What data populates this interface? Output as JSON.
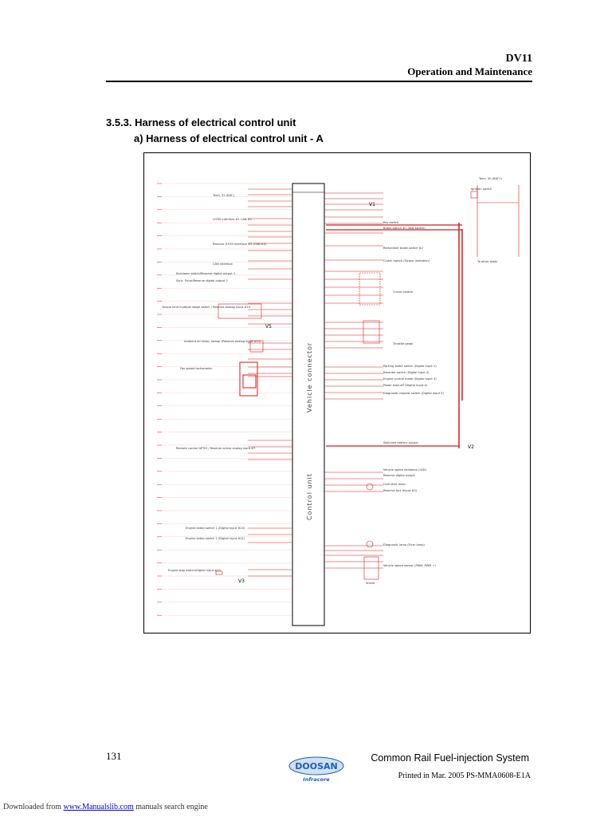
{
  "header": {
    "model": "DV11",
    "subtitle": "Operation and Maintenance"
  },
  "section": {
    "title": "3.5.3. Harness of electrical control unit",
    "subtitle": "a) Harness of electrical control unit - A"
  },
  "diagram": {
    "vertical_labels": [
      "Vehicle connector",
      "Control unit"
    ],
    "node_labels": [
      "V1",
      "V5",
      "V3",
      "V2"
    ],
    "left_labels": [
      "Term. 31 (BAT-)",
      "J1939 interface #1 CAN #1",
      "Reserve J1939 interface #2 (CAN #2)",
      "CAN interface",
      "Kickdown switch/Reserve digital output 1",
      "Sync. Pulse/Reserve digital output 2",
      "Torque limit multiple stage switch / Reserve analog input #14",
      "Ambient air temp. sensor (Reserve analog input #11)",
      "Fan speed tachometer",
      "Remote control APTIO / Reserve active analog input #7",
      "Engine brake switch 1 (Digital input #10)",
      "Engine brake switch 2 (Digital input #11)",
      "Engine stop switch/Digital input #13"
    ],
    "right_labels": [
      "Term. 30 (BAT+)",
      "Ignition switch",
      "Key switch",
      "Brake switch #1 (fast switch)",
      "Redundant brake switch #2",
      "Clutch switch (Torque limitation)",
      "Cruise control",
      "Throttle pedal",
      "Parking brake switch (Digital input 1)",
      "Retarder switch (Digital input 2)",
      "Engine control mode (Digital input 3)",
      "Power take-off (Digital input 4)",
      "Diagnostic request switch (Digital input 5)",
      "Switched battery output",
      "Vehicle speed limitation (LED)",
      "Reserve digital output",
      "Cold start lamp",
      "Reserve Aux (Input #2)",
      "Diagnostic lamp (Error lamp)",
      "Vehicle speed sensor (PWM, PWM +)",
      "Shield",
      "To other loads"
    ]
  },
  "footer": {
    "page_number": "131",
    "title": "Common Rail Fuel-injection System",
    "logo_main": "DOOSAN",
    "logo_sub": "Infracore",
    "printed": "Printed in Mar. 2005   PS-MMA0608-E1A"
  },
  "download": {
    "prefix": "Downloaded from",
    "link": "www.Manualslib.com",
    "suffix": "manuals search engine"
  },
  "colors": {
    "wire": "#d81b1b",
    "text": "#000000",
    "logo_blue": "#1a5fb4"
  }
}
